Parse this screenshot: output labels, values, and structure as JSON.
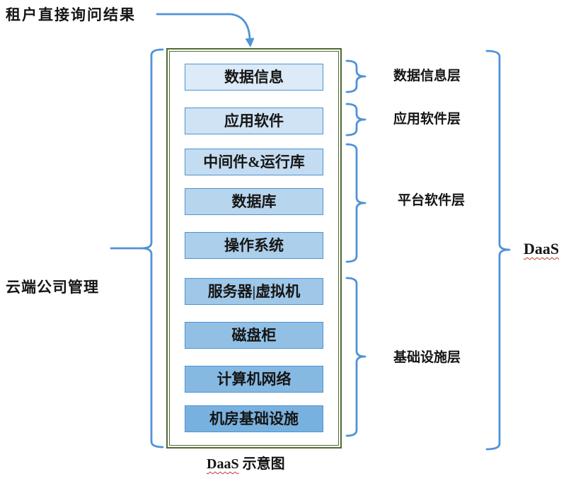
{
  "diagram": {
    "top_annotation": "租户直接询问结果",
    "left_label": "云端公司管理",
    "right_label": "DaaS",
    "caption_en": "DaaS",
    "caption_zh": " 示意图",
    "stack": [
      {
        "label": "数据信息",
        "fill": "#dcebf7"
      },
      {
        "label": "应用软件",
        "fill": "#cfe3f4"
      },
      {
        "label": "中间件&运行库",
        "fill": "#c4dcf1"
      },
      {
        "label": "数据库",
        "fill": "#b8d5ee"
      },
      {
        "label": "操作系统",
        "fill": "#accfeb"
      },
      {
        "label": "服务器|虚拟机",
        "fill": "#9fc7e8"
      },
      {
        "label": "磁盘柜",
        "fill": "#92c0e5"
      },
      {
        "label": "计算机网络",
        "fill": "#86b9e2"
      },
      {
        "label": "机房基础设施",
        "fill": "#79b1de"
      }
    ],
    "layers": [
      {
        "label": "数据信息层"
      },
      {
        "label": "应用软件层"
      },
      {
        "label": "平台软件层"
      },
      {
        "label": "基础设施层"
      }
    ],
    "colors": {
      "brace": "#4f93d8",
      "box_border": "#4f93d2",
      "container_border": "#4f6b35",
      "underline": "#c0392b"
    }
  }
}
